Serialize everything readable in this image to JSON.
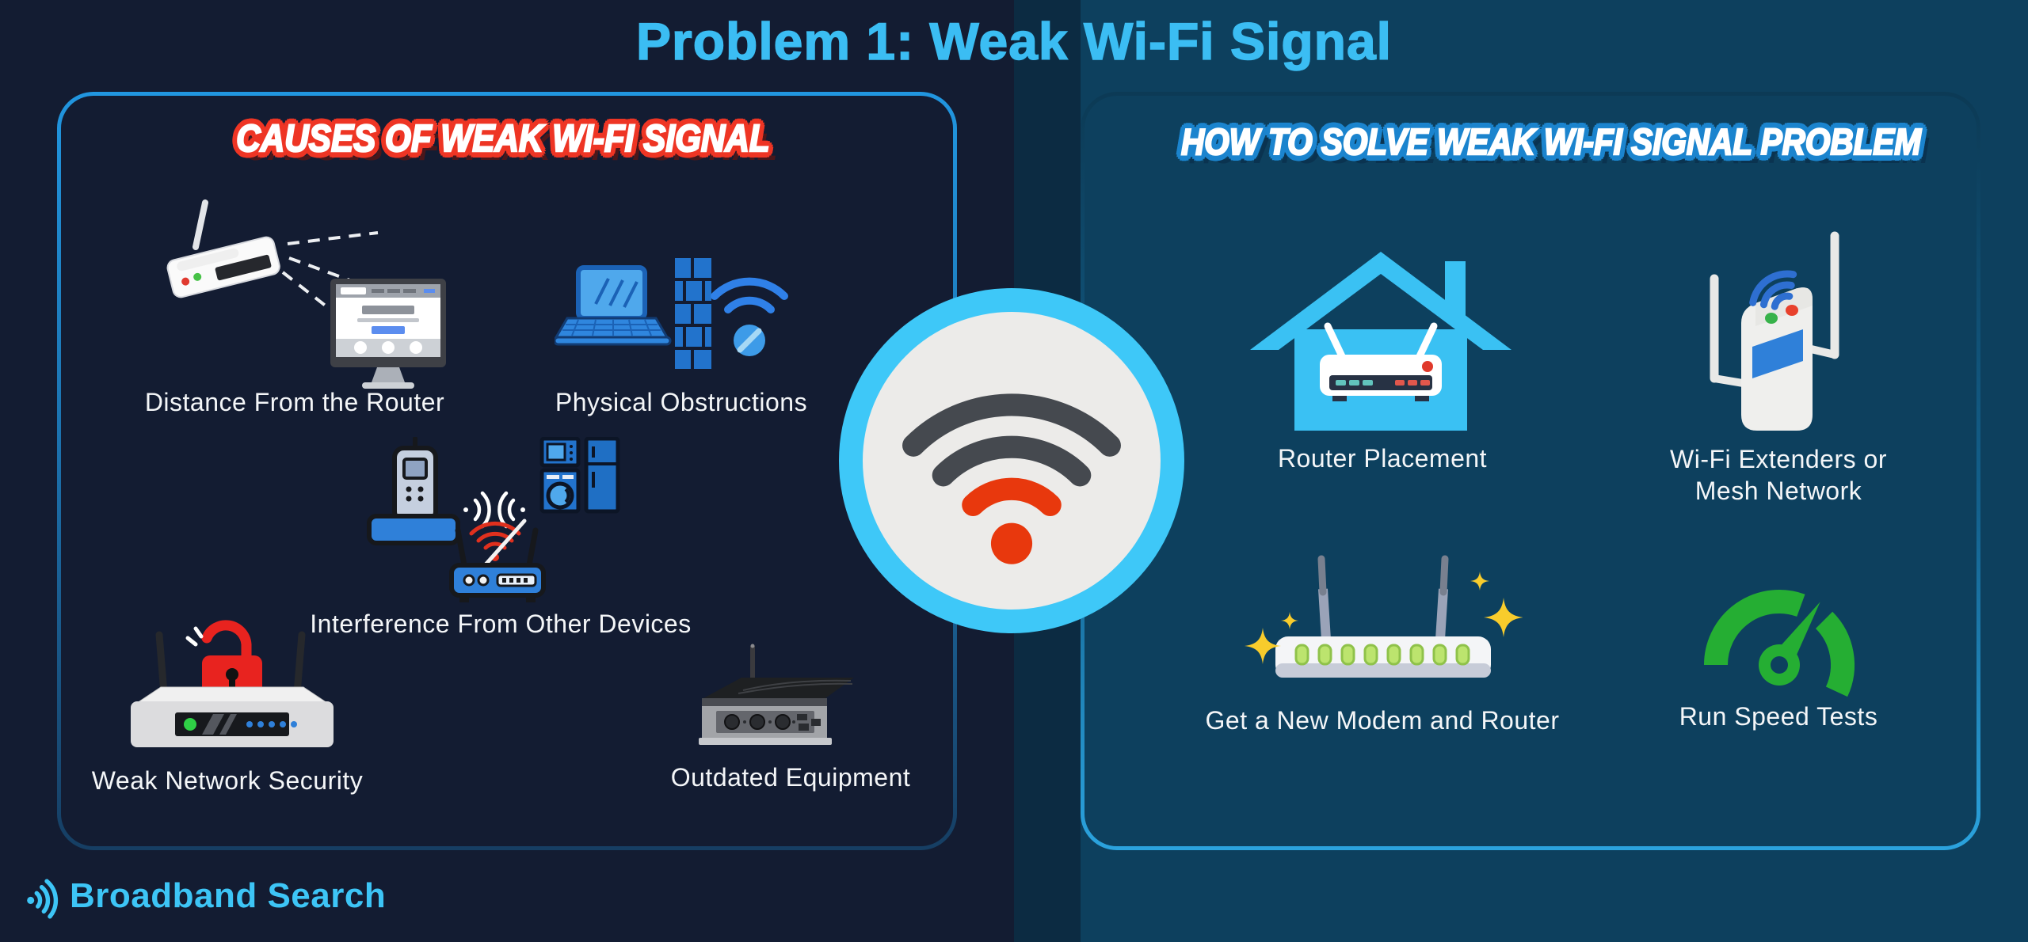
{
  "title": "Problem 1: Weak Wi-Fi Signal",
  "left_panel": {
    "heading": "CAUSES OF WEAK WI-FI SIGNAL",
    "items": [
      {
        "label": "Distance From the Router",
        "icon": "router-distance-icon"
      },
      {
        "label": "Physical Obstructions",
        "icon": "laptop-wall-blocked-wifi-icon"
      },
      {
        "label": "Interference From Other Devices",
        "icon": "phone-appliances-router-interference-icon"
      },
      {
        "label": "Weak Network Security",
        "icon": "router-open-padlock-icon"
      },
      {
        "label": "Outdated Equipment",
        "icon": "old-modem-icon"
      }
    ]
  },
  "right_panel": {
    "heading": "HOW TO SOLVE WEAK WI-FI SIGNAL PROBLEM",
    "items": [
      {
        "label": "Router Placement",
        "icon": "house-router-icon"
      },
      {
        "label": "Wi-Fi Extenders or\nMesh Network",
        "icon": "wifi-extender-icon"
      },
      {
        "label": "Get a New Modem and Router",
        "icon": "new-router-sparkles-icon"
      },
      {
        "label": "Run Speed Tests",
        "icon": "speedometer-icon"
      }
    ]
  },
  "center_badge": {
    "icon": "wifi-icon"
  },
  "logo": {
    "text": "Broadband Search",
    "icon": "broadband-wifi-icon"
  },
  "colors": {
    "page_left_bg": "#131C32",
    "page_right_bg": "#0D405E",
    "divider_strip": "#0C2B42",
    "title_blue": "#3BBDF3",
    "heading_outline_red": "#EE3524",
    "heading_outline_blue": "#1B84CE",
    "panel_border_blue": "#2196E0",
    "circle_ring": "#3EC8F8",
    "circle_face": "#ECEBE9",
    "wifi_gray": "#45494F",
    "wifi_red": "#E8380D",
    "logo_blue": "#3DC5F6",
    "gauge_green": "#25AE33",
    "sparkle_yellow": "#F8CC2C",
    "device_blue": "#2F80D9",
    "house_blue": "#3AC1F3",
    "lock_red": "#E8231F"
  }
}
